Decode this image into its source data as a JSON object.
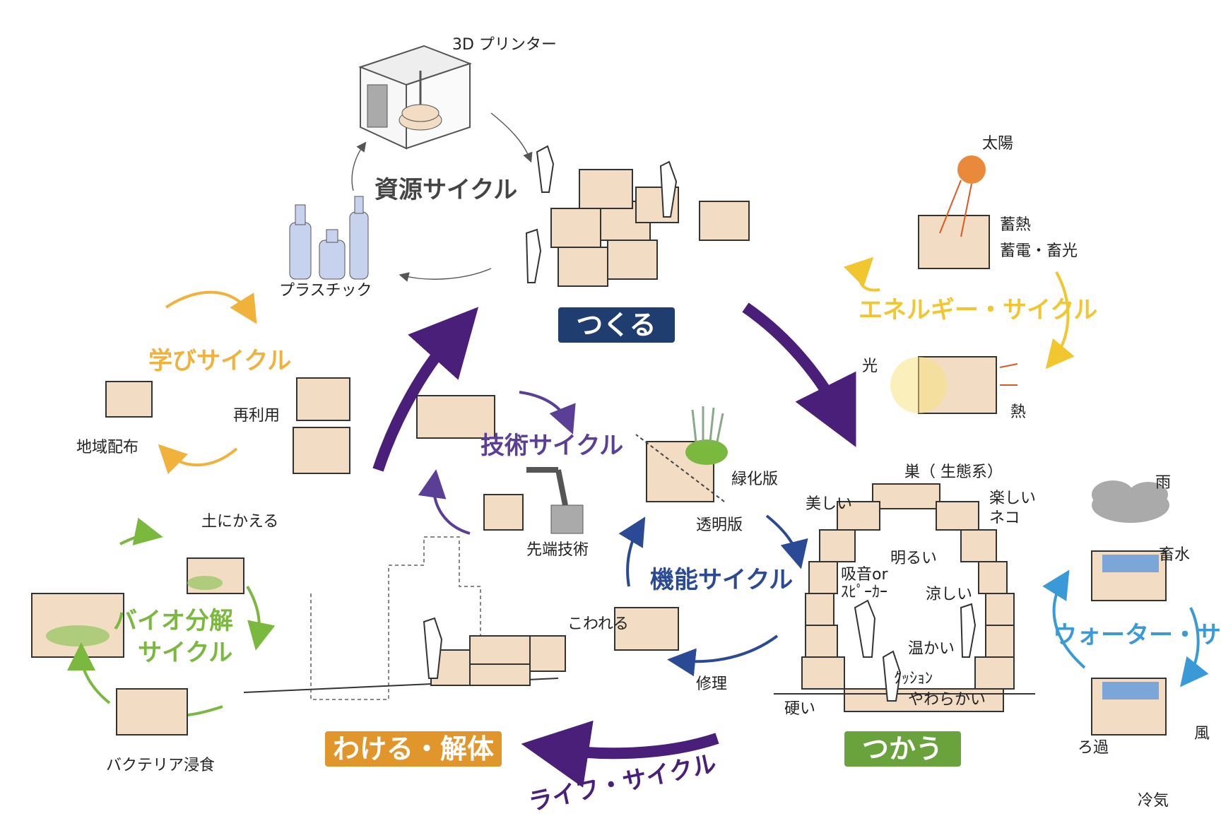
{
  "stages": {
    "make": {
      "label": "つくる",
      "color": "#1f3d6e"
    },
    "use": {
      "label": "つかう",
      "color": "#6aa33b"
    },
    "separate": {
      "label": "わける・解体",
      "color": "#e0962a"
    }
  },
  "cycles": {
    "resource": {
      "label": "資源サイクル",
      "color": "#444444"
    },
    "learning": {
      "label": "学びサイクル",
      "color": "#f0b23a"
    },
    "technology": {
      "label": "技術サイクル",
      "color": "#5b3e96"
    },
    "function": {
      "label": "機能サイクル",
      "color": "#2a4a96"
    },
    "energy": {
      "label": "エネルギー・サイクル",
      "color": "#f2c62e"
    },
    "water": {
      "label": "ウォーター・サイクル",
      "color": "#3a9ad8"
    },
    "bio": {
      "label_line1": "バイオ分解",
      "label_line2": "サイクル",
      "color": "#7ab83e"
    },
    "life": {
      "label": "ライフ・サイクル",
      "color": "#4a1f7a"
    }
  },
  "labels": {
    "printer": "3D プリンター",
    "plastic": "プラスチック",
    "sun": "太陽",
    "heat_storage": "蓄熱",
    "power_storage": "蓄電・畜光",
    "light": "光",
    "heat": "熱",
    "reuse": "再利用",
    "local_distribution": "地域配布",
    "greening_panel": "緑化版",
    "transparent_panel": "透明版",
    "advanced_tech": "先端技術",
    "nest": "巣（ 生態系）",
    "beautiful": "美しい",
    "fun": "楽しい",
    "cat": "ネコ",
    "bright": "明るい",
    "sound_1": "吸音or",
    "sound_2": "ｽﾋﾟｰｶｰ",
    "cool": "涼しい",
    "warm": "温かい",
    "cushion": "ｸｯｼｮﾝ",
    "soft": "やわらかい",
    "hard": "硬い",
    "broken": "こわれる",
    "repair": "修理",
    "rain": "雨",
    "water_storage": "畜水",
    "wind": "風",
    "filter": "ろ過",
    "cool_air": "冷気",
    "return_to_soil": "土にかえる",
    "bacteria": "バクテリア浸食"
  }
}
